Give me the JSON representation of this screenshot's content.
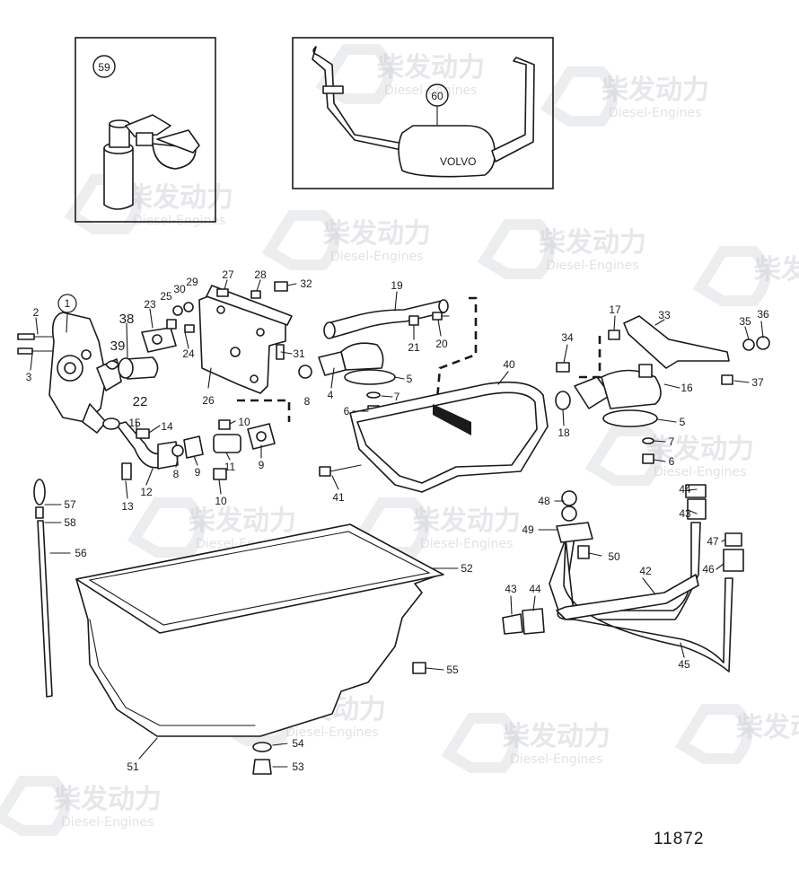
{
  "watermark": {
    "brand": "柴发动力",
    "sub": "Diesel-Engines"
  },
  "inset_labels": {
    "left": "59",
    "right": "60"
  },
  "muffler_text": "VOLVO",
  "document_number": "11872",
  "callouts": [
    {
      "id": "c1",
      "text": "1"
    },
    {
      "id": "c2",
      "text": "2"
    },
    {
      "id": "c3",
      "text": "3"
    },
    {
      "id": "c38",
      "text": "38"
    },
    {
      "id": "c39",
      "text": "39"
    },
    {
      "id": "c22",
      "text": "22"
    },
    {
      "id": "c23",
      "text": "23"
    },
    {
      "id": "c25",
      "text": "25"
    },
    {
      "id": "c30",
      "text": "30"
    },
    {
      "id": "c29",
      "text": "29"
    },
    {
      "id": "c24",
      "text": "24"
    },
    {
      "id": "c27",
      "text": "27"
    },
    {
      "id": "c28",
      "text": "28"
    },
    {
      "id": "c32",
      "text": "32"
    },
    {
      "id": "c26",
      "text": "26"
    },
    {
      "id": "c31",
      "text": "31"
    },
    {
      "id": "c8a",
      "text": "8"
    },
    {
      "id": "c19",
      "text": "19"
    },
    {
      "id": "c21",
      "text": "21"
    },
    {
      "id": "c20",
      "text": "20"
    },
    {
      "id": "c4",
      "text": "4"
    },
    {
      "id": "c5a",
      "text": "5"
    },
    {
      "id": "c7a",
      "text": "7"
    },
    {
      "id": "c6a",
      "text": "6"
    },
    {
      "id": "c40",
      "text": "40"
    },
    {
      "id": "c17",
      "text": "17"
    },
    {
      "id": "c33",
      "text": "33"
    },
    {
      "id": "c35",
      "text": "35"
    },
    {
      "id": "c36",
      "text": "36"
    },
    {
      "id": "c34",
      "text": "34"
    },
    {
      "id": "c16",
      "text": "16"
    },
    {
      "id": "c37",
      "text": "37"
    },
    {
      "id": "c18",
      "text": "18"
    },
    {
      "id": "c5b",
      "text": "5"
    },
    {
      "id": "c7b",
      "text": "7"
    },
    {
      "id": "c6b",
      "text": "6"
    },
    {
      "id": "c15",
      "text": "15"
    },
    {
      "id": "c14",
      "text": "14"
    },
    {
      "id": "c10a",
      "text": "10"
    },
    {
      "id": "c9a",
      "text": "9"
    },
    {
      "id": "c8b",
      "text": "8"
    },
    {
      "id": "c12",
      "text": "12"
    },
    {
      "id": "c13",
      "text": "13"
    },
    {
      "id": "c11",
      "text": "11"
    },
    {
      "id": "c9b",
      "text": "9"
    },
    {
      "id": "c10b",
      "text": "10"
    },
    {
      "id": "c41",
      "text": "41"
    },
    {
      "id": "c48",
      "text": "48"
    },
    {
      "id": "c49",
      "text": "49"
    },
    {
      "id": "c50",
      "text": "50"
    },
    {
      "id": "c44a",
      "text": "44"
    },
    {
      "id": "c43a",
      "text": "43"
    },
    {
      "id": "c47",
      "text": "47"
    },
    {
      "id": "c46",
      "text": "46"
    },
    {
      "id": "c42",
      "text": "42"
    },
    {
      "id": "c43b",
      "text": "43"
    },
    {
      "id": "c44b",
      "text": "44"
    },
    {
      "id": "c45",
      "text": "45"
    },
    {
      "id": "c57",
      "text": "57"
    },
    {
      "id": "c58",
      "text": "58"
    },
    {
      "id": "c56",
      "text": "56"
    },
    {
      "id": "c52",
      "text": "52"
    },
    {
      "id": "c55",
      "text": "55"
    },
    {
      "id": "c54",
      "text": "54"
    },
    {
      "id": "c51",
      "text": "51"
    },
    {
      "id": "c53",
      "text": "53"
    }
  ]
}
